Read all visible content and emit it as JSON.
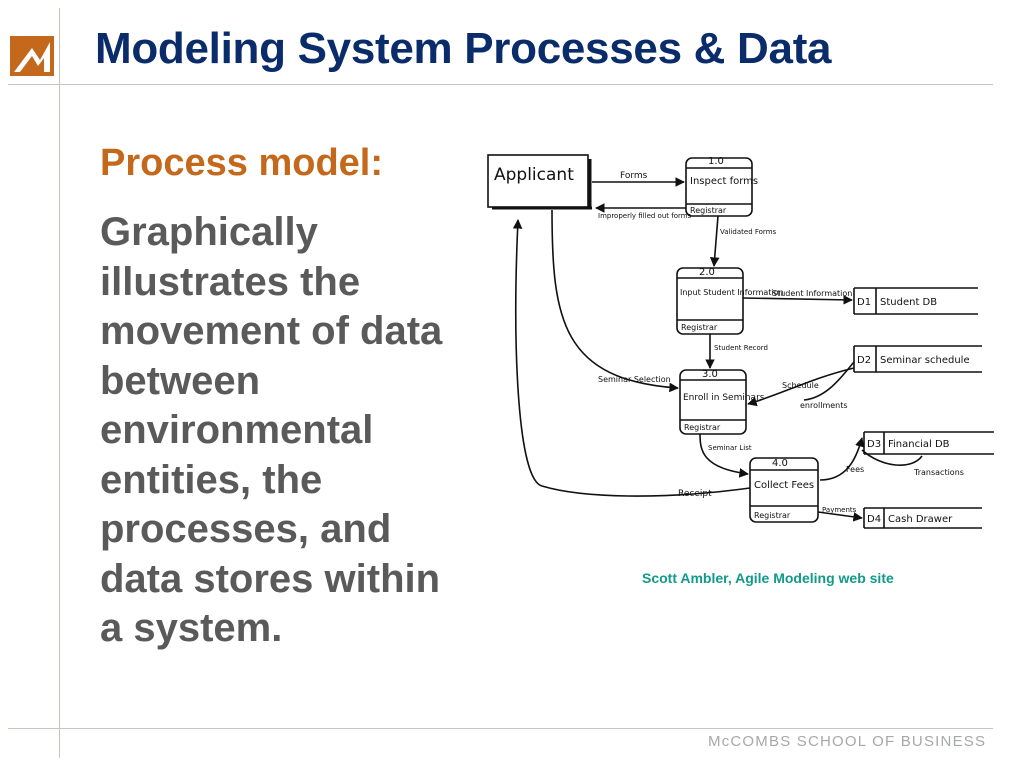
{
  "slide": {
    "title": "Modeling System Processes & Data",
    "subheading": "Process model:",
    "body": "Graphically illustrates the movement of data between environmental entities, the processes, and data stores within a system.",
    "credit": "Scott Ambler, Agile Modeling web site",
    "footer": "McCOMBS SCHOOL OF BUSINESS"
  },
  "diagram": {
    "external_entity": "Applicant",
    "processes": [
      {
        "number": "1.0",
        "name": "Inspect forms",
        "actor": "Registrar"
      },
      {
        "number": "2.0",
        "name": "Input Student Information",
        "actor": "Registrar"
      },
      {
        "number": "3.0",
        "name": "Enroll in Seminars",
        "actor": "Registrar"
      },
      {
        "number": "4.0",
        "name": "Collect Fees",
        "actor": "Registrar"
      }
    ],
    "data_stores": [
      {
        "id": "D1",
        "name": "Student DB"
      },
      {
        "id": "D2",
        "name": "Seminar schedule"
      },
      {
        "id": "D3",
        "name": "Financial DB"
      },
      {
        "id": "D4",
        "name": "Cash Drawer"
      }
    ],
    "flows": {
      "forms": "Forms",
      "improperly_filled": "Improperly filled out forms",
      "validated": "Validated Forms",
      "student_info": "Student Information",
      "student_record": "Student Record",
      "seminar_selection": "Seminar Selection",
      "schedule": "Schedule",
      "enrollments": "enrollments",
      "seminar_list": "Seminar List",
      "receipt": "Receipt",
      "fees": "Fees",
      "transactions": "Transactions",
      "payments": "Payments"
    },
    "colors": {
      "ink": "#111111"
    }
  },
  "colors": {
    "title": "#0b2c6b",
    "subheading": "#c4681c",
    "body": "#5a5a5a",
    "credit": "#119a8a",
    "rule": "#c9c4b8",
    "logo": "#c4681c"
  }
}
